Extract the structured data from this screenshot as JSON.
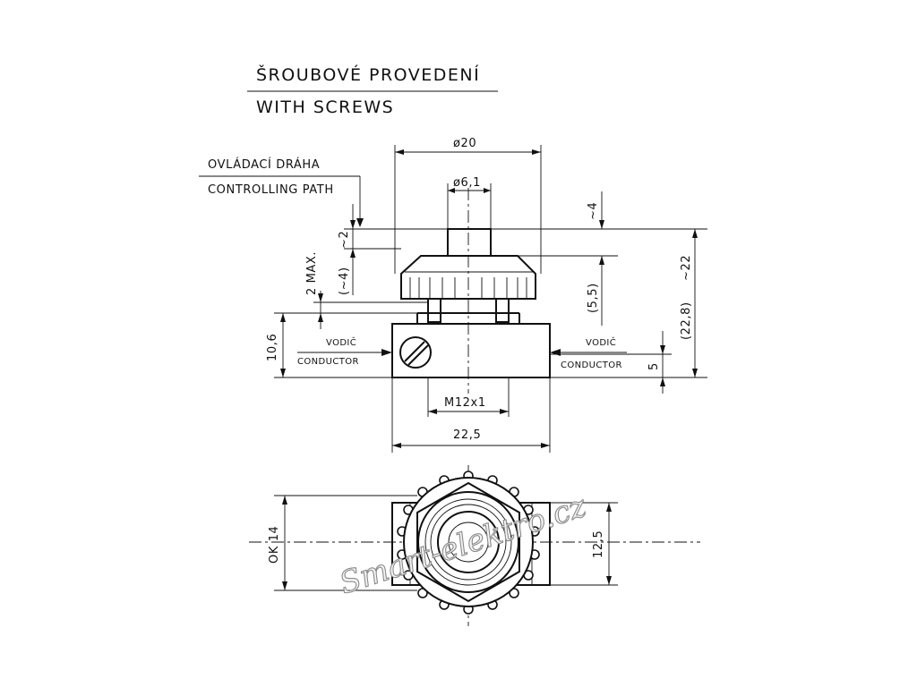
{
  "title": {
    "line1": "ŠROUBOVÉ PROVEDENÍ",
    "line2": "WITH SCREWS"
  },
  "path_label": {
    "line1": "OVLÁDACÍ DRÁHA",
    "line2": "CONTROLLING PATH"
  },
  "dimensions": {
    "dia20": "ø20",
    "dia6_1": "ø6,1",
    "approx4": "~4",
    "approx2": "~2",
    "paren_approx4": "(~4)",
    "max2": "2 MAX.",
    "paren5_5": "(5,5)",
    "paren22_8": "(22,8)",
    "approx22": "~22",
    "h10_6": "10,6",
    "h5": "5",
    "thread": "M12x1",
    "w22_5": "22,5",
    "ok14": "OK 14",
    "h12_5": "12,5"
  },
  "conductor_left": {
    "cz": "VODIČ",
    "en": "CONDUCTOR"
  },
  "conductor_right": {
    "cz": "VODIČ",
    "en": "CONDUCTOR"
  },
  "watermark": "Smart-elektro.cz"
}
